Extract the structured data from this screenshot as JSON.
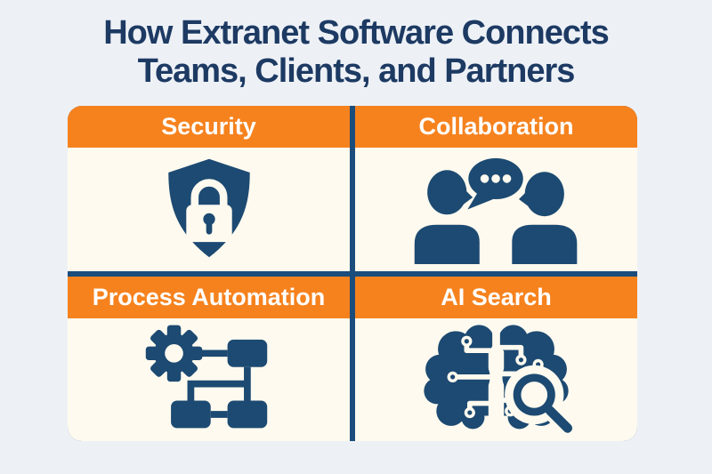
{
  "title": {
    "line1": "How Extranet Software Connects",
    "line2": "Teams, Clients, and Partners"
  },
  "quadrants": [
    {
      "label": "Security",
      "icon": "shield-lock-icon"
    },
    {
      "label": "Collaboration",
      "icon": "people-conversation-icon"
    },
    {
      "label": "Process Automation",
      "icon": "gear-flowchart-icon"
    },
    {
      "label": "AI Search",
      "icon": "brain-magnifier-icon"
    }
  ],
  "colors": {
    "page_background": "#edf1f6",
    "panel_cream": "#fffaef",
    "header_orange": "#f6821e",
    "divider_navy": "#1b4d7c",
    "icon_navy": "#1c4a72",
    "title_navy": "#1d3a63",
    "header_text": "#ffffff"
  }
}
